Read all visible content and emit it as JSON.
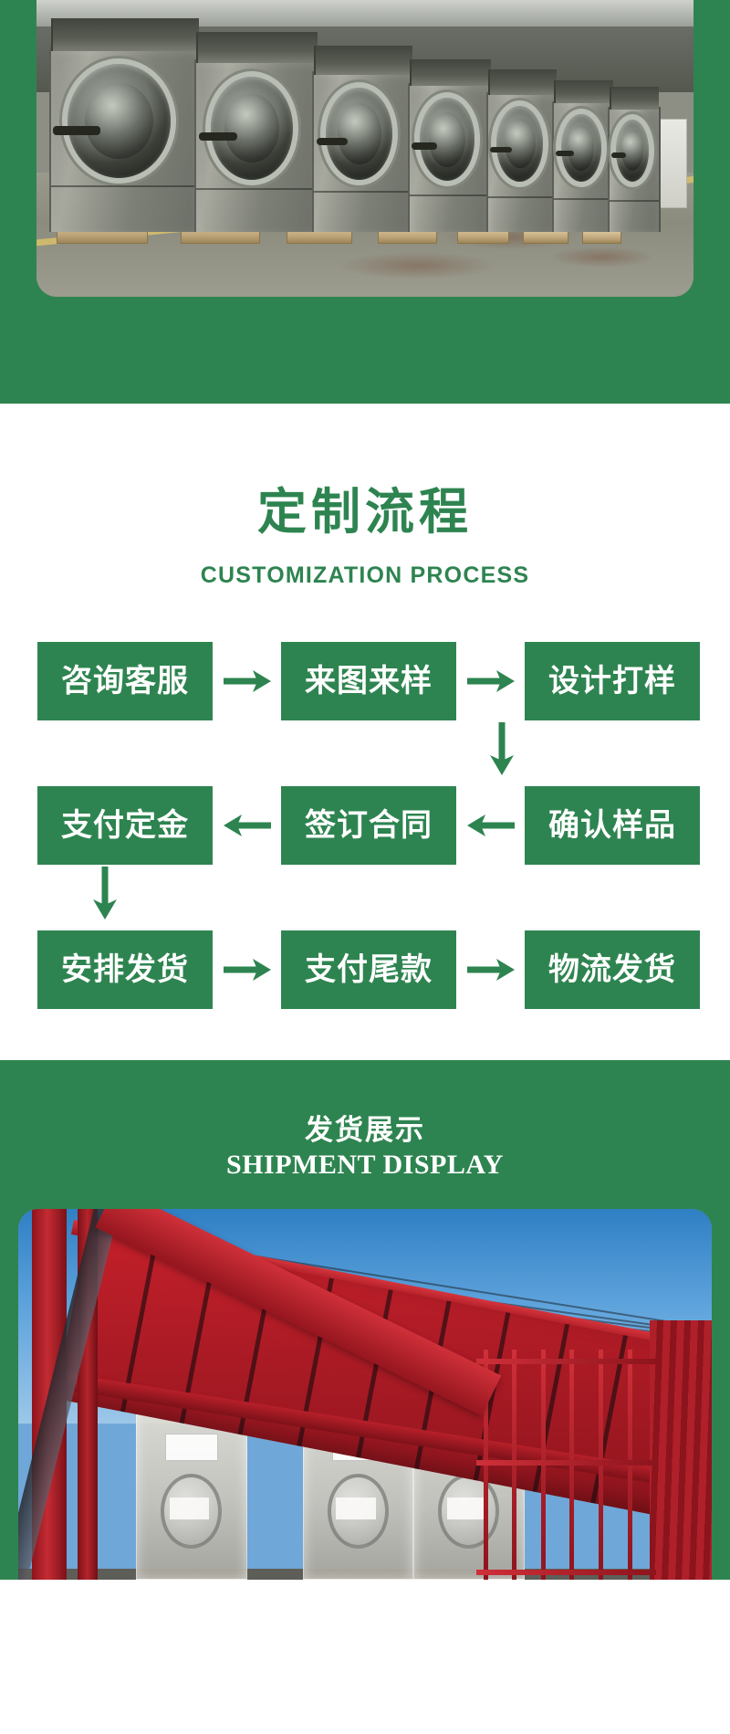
{
  "theme": {
    "brand_green": "#2e8450",
    "white": "#ffffff"
  },
  "hero": {
    "photo_alt": "row-of-industrial-washing-machines"
  },
  "process_section": {
    "title_cn": "定制流程",
    "title_en": "CUSTOMIZATION PROCESS",
    "rows": [
      {
        "direction": "ltr",
        "steps": [
          "咨询客服",
          "来图来样",
          "设计打样"
        ],
        "arrows": [
          "→",
          "→"
        ]
      },
      {
        "direction": "rtl",
        "steps": [
          "支付定金",
          "签订合同",
          "确认样品"
        ],
        "arrows": [
          "←",
          "←"
        ]
      },
      {
        "direction": "ltr",
        "steps": [
          "安排发货",
          "支付尾款",
          "物流发货"
        ],
        "arrows": [
          "→",
          "→"
        ]
      }
    ],
    "down_arrows": [
      "↓",
      "↓"
    ]
  },
  "shipment_section": {
    "title_cn": "发货展示",
    "title_en": "SHIPMENT DISPLAY",
    "photo_alt": "red-truck-loaded-with-wrapped-washing-machines"
  }
}
